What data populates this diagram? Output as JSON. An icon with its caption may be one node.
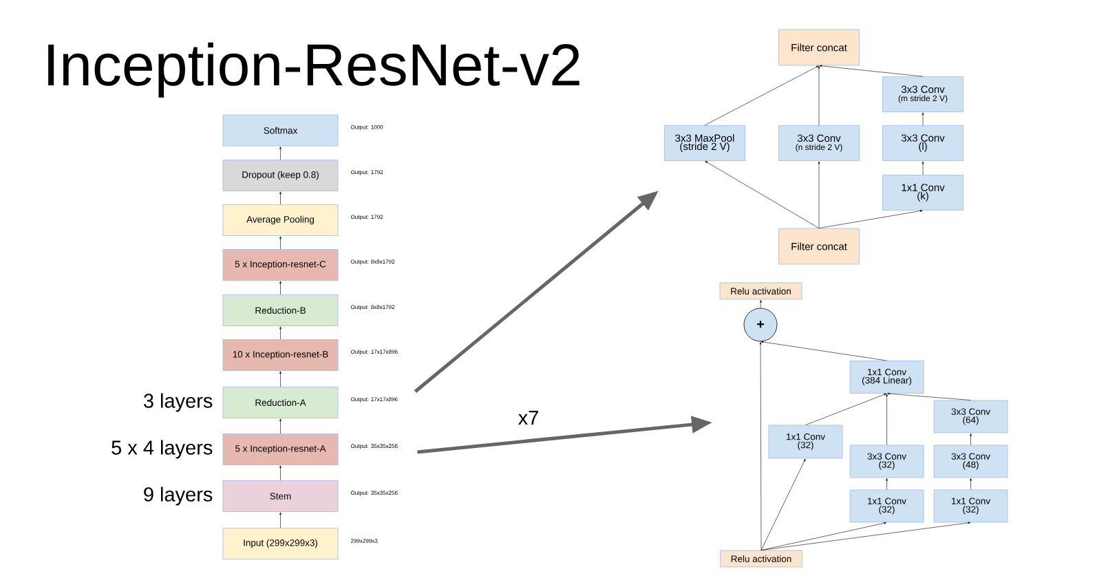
{
  "diagram": {
    "title": "Inception-ResNet-v2",
    "nodes": [
      {
        "text": [
          "Softmax"
        ],
        "beside": [
          "Output: 1000"
        ]
      },
      {
        "text": [
          "Dropout (keep 0.8)"
        ],
        "beside": [
          "Output: 1792"
        ]
      },
      {
        "text": [
          "Average Pooling"
        ],
        "beside": [
          "Output: 1792"
        ]
      },
      {
        "text": [
          "5 x Inception-resnet-C"
        ],
        "beside": [
          "Output: 8x8x1792"
        ]
      },
      {
        "text": [
          "Reduction-B"
        ],
        "beside": [
          "Output: 8x8x1792"
        ]
      },
      {
        "text": [
          "10 x Inception-resnet-B"
        ],
        "beside": [
          "Output: 17x17x896"
        ]
      },
      {
        "text": [
          "Reduction-A"
        ],
        "beside": [
          "Output: 17x17x896",
          "3 layers"
        ]
      },
      {
        "text": [
          "5 x Inception-resnet-A"
        ],
        "beside": [
          "Output: 35x35x256",
          "5 x 4 layers"
        ]
      },
      {
        "text": [
          "Stem"
        ],
        "beside": [
          "Output: 35x35x256",
          "9 layers"
        ]
      },
      {
        "text": [
          "Input (299x299x3)"
        ],
        "beside": [
          "299x299x3"
        ]
      },
      {
        "text": [
          "Filter concat"
        ]
      },
      {
        "text": [
          "3x3 MaxPool",
          "(stride 2 V)"
        ]
      },
      {
        "text": [
          "3x3 Conv",
          "(n stride 2 V)"
        ]
      },
      {
        "text": [
          "3x3 Conv",
          "(m stride 2 V)"
        ]
      },
      {
        "text": [
          "3x3 Conv",
          "(l)"
        ]
      },
      {
        "text": [
          "1x1 Conv",
          "(k)"
        ]
      },
      {
        "text": [
          "Filter concat"
        ]
      },
      {
        "text": [
          "Relu activation"
        ]
      },
      {
        "text": [
          "+"
        ]
      },
      {
        "text": [
          "1x1 Conv",
          "(384 Linear)"
        ]
      },
      {
        "text": [
          "1x1 Conv",
          "(32)"
        ]
      },
      {
        "text": [
          "3x3 Conv",
          "(32)"
        ]
      },
      {
        "text": [
          "3x3 Conv",
          "(64)"
        ]
      },
      {
        "text": [
          "3x3 Conv",
          "(48)"
        ]
      },
      {
        "text": [
          "1x1 Conv",
          "(32)"
        ]
      },
      {
        "text": [
          "1x1 Conv",
          "(32)"
        ]
      },
      {
        "text": [
          "Relu activation"
        ]
      }
    ],
    "edges": [
      {
        "from": 9,
        "to": 8,
        "arrow": "to"
      },
      {
        "from": 8,
        "to": 7,
        "arrow": "to"
      },
      {
        "from": 7,
        "to": 6,
        "arrow": "to"
      },
      {
        "from": 6,
        "to": 5,
        "arrow": "to"
      },
      {
        "from": 5,
        "to": 4,
        "arrow": "to"
      },
      {
        "from": 4,
        "to": 3,
        "arrow": "to"
      },
      {
        "from": 3,
        "to": 2,
        "arrow": "to"
      },
      {
        "from": 2,
        "to": 1,
        "arrow": "to"
      },
      {
        "from": 1,
        "to": 0,
        "arrow": "to"
      },
      {
        "from": 16,
        "to": 11,
        "arrow": "to"
      },
      {
        "from": 16,
        "to": 12,
        "arrow": "to"
      },
      {
        "from": 16,
        "to": 15,
        "arrow": "to"
      },
      {
        "from": 15,
        "to": 14,
        "arrow": "to"
      },
      {
        "from": 14,
        "to": 13,
        "arrow": "to"
      },
      {
        "from": 11,
        "to": 10,
        "arrow": "to"
      },
      {
        "from": 12,
        "to": 10,
        "arrow": "to"
      },
      {
        "from": 13,
        "to": 10,
        "arrow": "to"
      },
      {
        "from": 26,
        "to": 18,
        "arrow": "to"
      },
      {
        "from": 26,
        "to": 20,
        "arrow": "to"
      },
      {
        "from": 26,
        "to": 24,
        "arrow": "to"
      },
      {
        "from": 26,
        "to": 25,
        "arrow": "to"
      },
      {
        "from": 24,
        "to": 21,
        "arrow": "to"
      },
      {
        "from": 25,
        "to": 23,
        "arrow": "to"
      },
      {
        "from": 23,
        "to": 22,
        "arrow": "to"
      },
      {
        "from": 20,
        "to": 19,
        "arrow": "to"
      },
      {
        "from": 21,
        "to": 19,
        "arrow": "to"
      },
      {
        "from": 22,
        "to": 19,
        "arrow": "to"
      },
      {
        "from": 19,
        "to": 18,
        "arrow": "to"
      },
      {
        "from": 18,
        "to": 17,
        "arrow": "to"
      },
      {
        "from": 6,
        "to": null,
        "arrow": "to",
        "style": "thick",
        "color": "#666666"
      },
      {
        "from": 7,
        "to": null,
        "arrow": "to",
        "style": "thick",
        "color": "#666666",
        "label": "x7"
      }
    ]
  }
}
